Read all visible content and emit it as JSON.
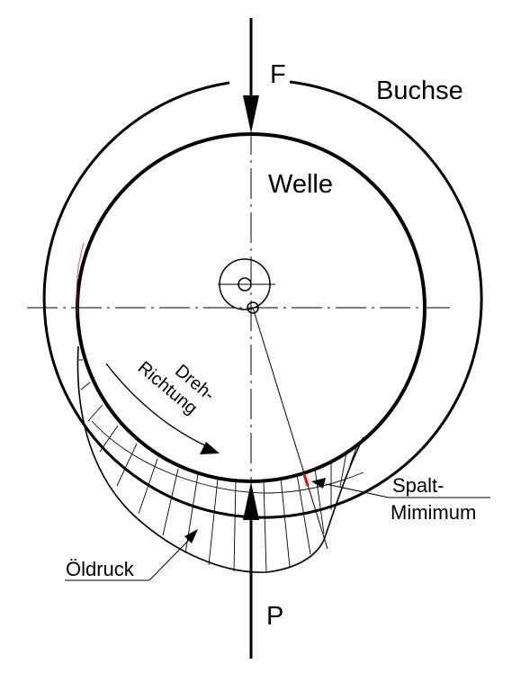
{
  "labels": {
    "force_top": "F",
    "bushing": "Buchse",
    "shaft": "Welle",
    "rotation_line1": "Dreh-",
    "rotation_line2": "Richtung",
    "gap_line1": "Spalt-",
    "gap_line2": "Mimimum",
    "oil_pressure": "Öldruck",
    "force_bottom": "P"
  },
  "colors": {
    "ink": "#000000",
    "accent": "#e01010",
    "background": "#ffffff"
  }
}
